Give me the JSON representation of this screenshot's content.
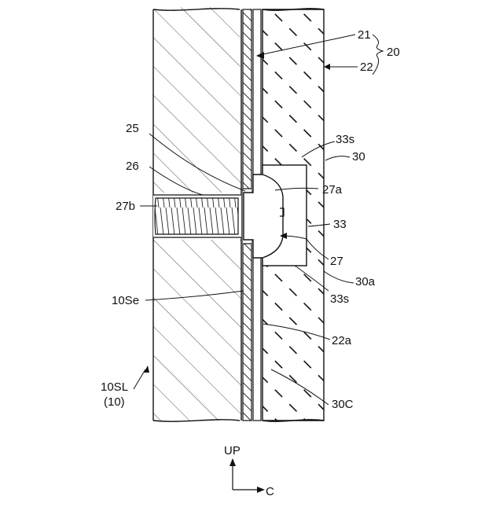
{
  "labels": {
    "l21": "21",
    "l20": "20",
    "l22": "22",
    "l33s_top": "33s",
    "l30": "30",
    "l25": "25",
    "l26": "26",
    "l27a": "27a",
    "l27b": "27b",
    "l33": "33",
    "l27": "27",
    "l30a": "30a",
    "l33s_bottom": "33s",
    "l10Se": "10Se",
    "l22a": "22a",
    "l10SL": "10SL",
    "l10": "(10)",
    "l30C": "30C",
    "axis_up": "UP",
    "axis_c": "C"
  },
  "colors": {
    "line": "#111111",
    "background": "#ffffff"
  }
}
